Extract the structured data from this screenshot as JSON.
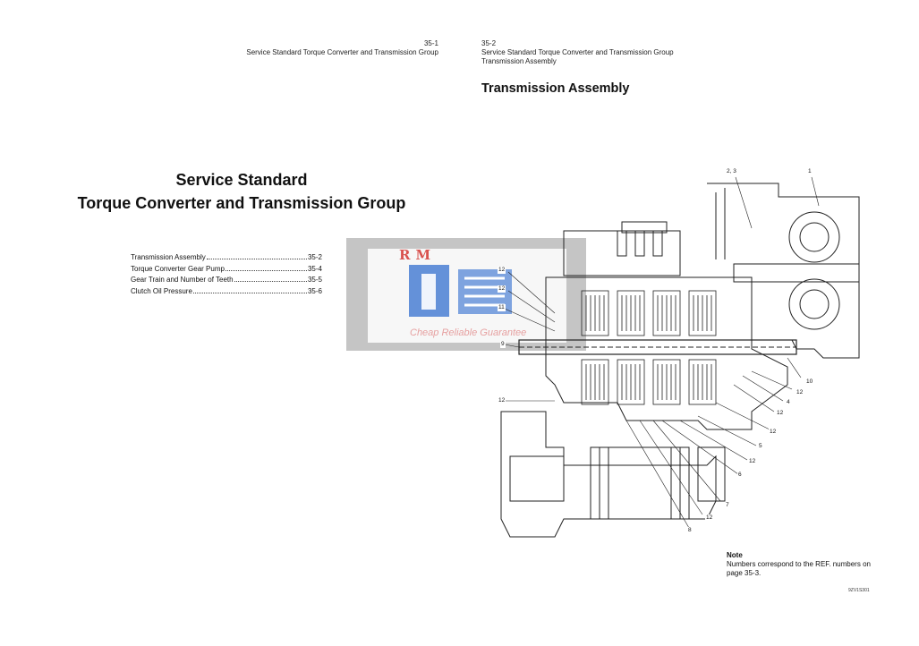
{
  "left_page": {
    "page_number": "35-1",
    "running_header": "Service Standard Torque Converter and Transmission Group",
    "title_line1": "Service Standard",
    "title_line2": "Torque Converter and Transmission Group",
    "toc": [
      {
        "label": "Transmission Assembly",
        "page": "35-2"
      },
      {
        "label": "Torque Converter Gear Pump",
        "page": "35-4"
      },
      {
        "label": "Gear Train and Number of Teeth",
        "page": "35-5"
      },
      {
        "label": "Clutch Oil Pressure",
        "page": "35-6"
      }
    ]
  },
  "right_page": {
    "page_number": "35-2",
    "running_header_line1": "Service Standard Torque Converter and Transmission Group",
    "running_header_line2": "Transmission Assembly",
    "section_title": "Transmission Assembly",
    "diagram": {
      "callouts": [
        "2, 3",
        "1",
        "12",
        "12",
        "11",
        "9",
        "12",
        "10",
        "12",
        "4",
        "12",
        "12",
        "5",
        "12",
        "6",
        "7",
        "12",
        "8"
      ]
    },
    "note_heading": "Note",
    "note_text": "Numbers correspond to the REF. numbers on page 35-3.",
    "figure_code": "9ZV1S301"
  },
  "watermark": {
    "brand": "RM",
    "tagline": "Cheap Reliable Guarantee",
    "colors": {
      "blue": "#4a7fd4",
      "red": "#d9534f"
    }
  }
}
